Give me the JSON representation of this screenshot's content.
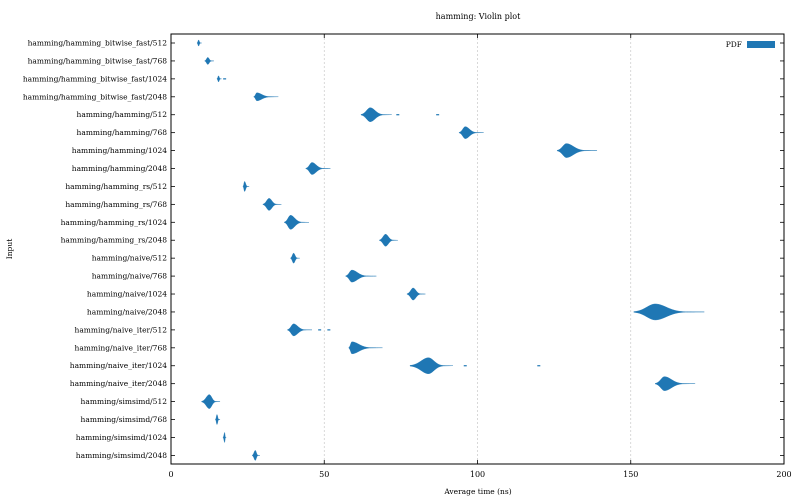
{
  "chart_data": {
    "type": "violin",
    "title": "hamming: Violin plot",
    "xlabel": "Average time (ns)",
    "ylabel": "Input",
    "xlim": [
      0,
      200
    ],
    "x_ticks": [
      "0",
      "50",
      "100",
      "150",
      "200"
    ],
    "grid": "vertical dashed",
    "legend": {
      "position": "top-right",
      "label": "PDF",
      "color": "#1f77b4"
    },
    "color": "#1f77b4",
    "categories": [
      "hamming/hamming_bitwise_fast/512",
      "hamming/hamming_bitwise_fast/768",
      "hamming/hamming_bitwise_fast/1024",
      "hamming/hamming_bitwise_fast/2048",
      "hamming/hamming/512",
      "hamming/hamming/768",
      "hamming/hamming/1024",
      "hamming/hamming/2048",
      "hamming/hamming_rs/512",
      "hamming/hamming_rs/768",
      "hamming/hamming_rs/1024",
      "hamming/hamming_rs/2048",
      "hamming/naive/512",
      "hamming/naive/768",
      "hamming/naive/1024",
      "hamming/naive/2048",
      "hamming/naive_iter/512",
      "hamming/naive_iter/768",
      "hamming/naive_iter/1024",
      "hamming/naive_iter/2048",
      "hamming/simsimd/512",
      "hamming/simsimd/768",
      "hamming/simsimd/1024",
      "hamming/simsimd/2048"
    ],
    "series": [
      {
        "values": [
          {
            "center": 9,
            "min": 8.5,
            "max": 10,
            "peak": 3,
            "outliers": []
          },
          {
            "center": 12,
            "min": 11,
            "max": 14,
            "peak": 3.5,
            "outliers": []
          },
          {
            "center": 15.5,
            "min": 15,
            "max": 16.5,
            "peak": 3,
            "outliers": [
              17.5
            ]
          },
          {
            "center": 28,
            "min": 27,
            "max": 35,
            "peak": 4,
            "outliers": []
          },
          {
            "center": 65,
            "min": 62,
            "max": 72,
            "peak": 7,
            "outliers": [
              74,
              87
            ]
          },
          {
            "center": 96,
            "min": 94,
            "max": 102,
            "peak": 6,
            "outliers": []
          },
          {
            "center": 129,
            "min": 126,
            "max": 139,
            "peak": 7,
            "outliers": []
          },
          {
            "center": 46,
            "min": 44,
            "max": 52,
            "peak": 6,
            "outliers": []
          },
          {
            "center": 24,
            "min": 23.5,
            "max": 25.5,
            "peak": 5,
            "outliers": []
          },
          {
            "center": 32,
            "min": 30,
            "max": 36,
            "peak": 6,
            "outliers": []
          },
          {
            "center": 39,
            "min": 37,
            "max": 45,
            "peak": 7,
            "outliers": []
          },
          {
            "center": 70,
            "min": 68,
            "max": 74,
            "peak": 6,
            "outliers": []
          },
          {
            "center": 40,
            "min": 39,
            "max": 42,
            "peak": 5,
            "outliers": []
          },
          {
            "center": 59,
            "min": 57,
            "max": 67,
            "peak": 6,
            "outliers": []
          },
          {
            "center": 79,
            "min": 77,
            "max": 83,
            "peak": 6,
            "outliers": []
          },
          {
            "center": 158,
            "min": 151,
            "max": 174,
            "peak": 8,
            "outliers": []
          },
          {
            "center": 40,
            "min": 38,
            "max": 46,
            "peak": 6,
            "outliers": [
              48.5,
              51.5
            ]
          },
          {
            "center": 59,
            "min": 58,
            "max": 69,
            "peak": 6,
            "outliers": []
          },
          {
            "center": 84,
            "min": 78,
            "max": 92,
            "peak": 8,
            "outliers": [
              96,
              120
            ]
          },
          {
            "center": 161,
            "min": 158,
            "max": 171,
            "peak": 7,
            "outliers": []
          },
          {
            "center": 12.5,
            "min": 10,
            "max": 16,
            "peak": 7,
            "outliers": []
          },
          {
            "center": 15,
            "min": 14.5,
            "max": 16,
            "peak": 5,
            "outliers": []
          },
          {
            "center": 17.5,
            "min": 17,
            "max": 18,
            "peak": 5,
            "outliers": []
          },
          {
            "center": 27.5,
            "min": 26.5,
            "max": 29,
            "peak": 5,
            "outliers": []
          }
        ]
      }
    ]
  }
}
